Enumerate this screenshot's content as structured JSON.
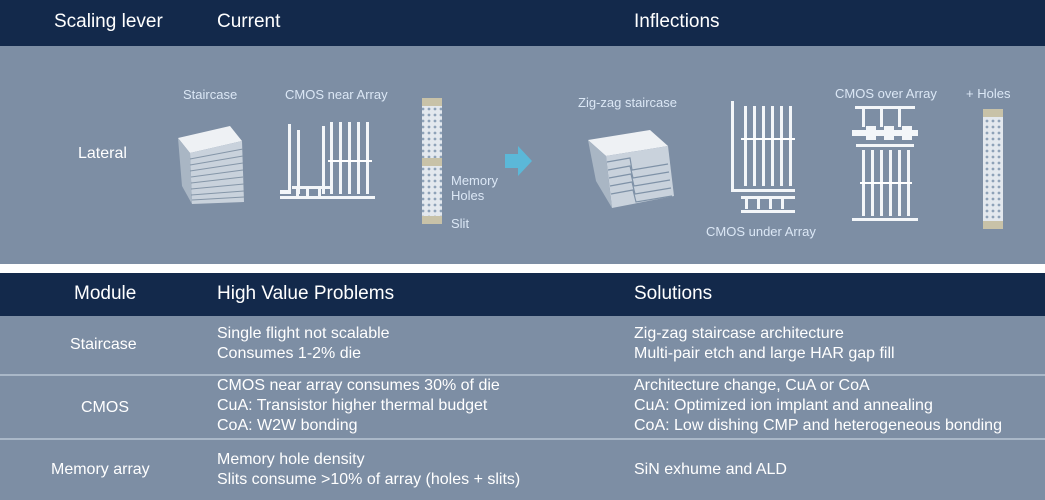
{
  "top_header": {
    "col1": "Scaling lever",
    "col2": "Current",
    "col3": "Inflections"
  },
  "diagram": {
    "row_label": "Lateral",
    "current": {
      "staircase": "Staircase",
      "cmos_near_array": "CMOS near Array",
      "memory_holes": [
        "Memory",
        "Holes"
      ],
      "slit": "Slit"
    },
    "inflections": {
      "zigzag": "Zig-zag staircase",
      "cmos_under_array": "CMOS under Array",
      "cmos_over_array": "CMOS over Array",
      "holes": "+ Holes"
    }
  },
  "table": {
    "headers": [
      "Module",
      "High Value Problems",
      "Solutions"
    ],
    "rows": [
      {
        "module": "Staircase",
        "problems": [
          "Single flight not scalable",
          "Consumes 1-2% die"
        ],
        "solutions": [
          "Zig-zag staircase architecture",
          "Multi-pair etch and large HAR gap fill"
        ]
      },
      {
        "module": "CMOS",
        "problems": [
          "CMOS near array consumes 30% of die",
          "CuA: Transistor higher thermal budget",
          "CoA: W2W bonding"
        ],
        "solutions": [
          "Architecture change, CuA or CoA",
          "CuA: Optimized ion implant and annealing",
          "CoA: Low dishing CMP and heterogeneous bonding"
        ]
      },
      {
        "module": "Memory array",
        "problems": [
          "Memory hole density",
          "Slits consume >10% of array (holes + slits)"
        ],
        "solutions": [
          "SiN exhume and ALD"
        ]
      }
    ]
  },
  "colors": {
    "header_bg": "#13294b",
    "panel_bg": "#7d8ea4",
    "arrow": "#5bb8d8"
  }
}
